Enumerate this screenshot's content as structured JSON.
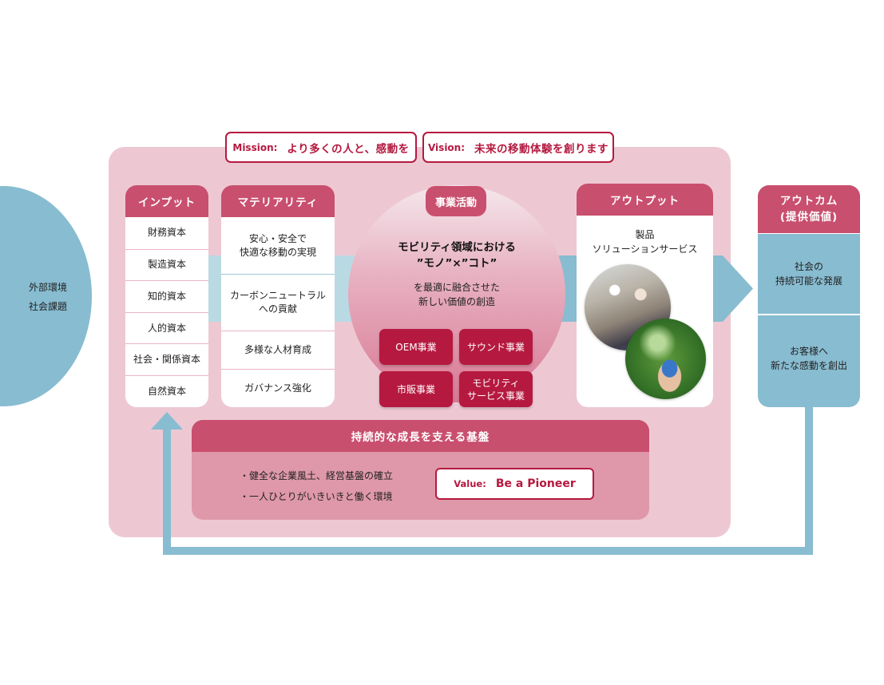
{
  "colors": {
    "accent_dark": "#b5193f",
    "accent": "#c94f6e",
    "panel_pink": "#edc8d3",
    "foundation_body": "#df98aa",
    "flow_blue": "#88bcd1",
    "band_blue_light": "#b9dae3",
    "white": "#ffffff"
  },
  "external": {
    "lines": [
      "外部環境",
      "社会課題"
    ]
  },
  "mission": {
    "label": "Mission:",
    "text": "より多くの人と、感動を"
  },
  "vision": {
    "label": "Vision:",
    "text": "未来の移動体験を創ります"
  },
  "input": {
    "title": "インプット",
    "items": [
      "財務資本",
      "製造資本",
      "知的資本",
      "人的資本",
      "社会・関係資本",
      "自然資本"
    ]
  },
  "materiality": {
    "title": "マテリアリティ",
    "items": [
      [
        "安心・安全で",
        "快適な移動の実現"
      ],
      [
        "カーボンニュートラル",
        "への貢献"
      ],
      [
        "多様な人材育成"
      ],
      [
        "ガバナンス強化"
      ]
    ]
  },
  "business": {
    "title": "事業活動",
    "headline": [
      "モビリティ領域における",
      "”モノ”×”コト”"
    ],
    "subline": [
      "を最適に融合させた",
      "新しい価値の創造"
    ],
    "segments": [
      [
        "OEM事業"
      ],
      [
        "サウンド事業"
      ],
      [
        "市販事業"
      ],
      [
        "モビリティ",
        "サービス事業"
      ]
    ]
  },
  "output": {
    "title": "アウトプット",
    "lines": [
      "製品",
      "ソリューションサービス"
    ],
    "images": [
      "photo-people-singing-in-car",
      "photo-toy-car-on-hand"
    ]
  },
  "outcome": {
    "title": [
      "アウトカム",
      "(提供価値)"
    ],
    "items": [
      [
        "社会の",
        "持続可能な発展"
      ],
      [
        "お客様へ",
        "新たな感動を創出"
      ]
    ]
  },
  "foundation": {
    "title": "持続的な成長を支える基盤",
    "bullets": [
      "・健全な企業風土、経営基盤の確立",
      "・一人ひとりがいきいきと働く環境"
    ],
    "value_label": "Value:",
    "value_text": "Be a Pioneer"
  }
}
